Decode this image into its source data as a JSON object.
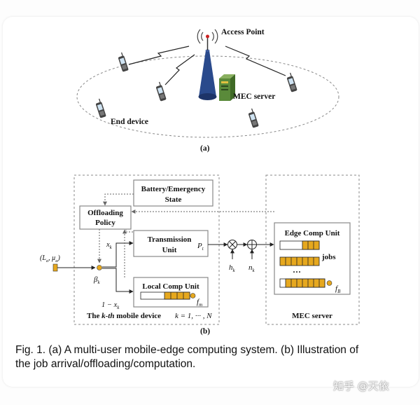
{
  "panel_a": {
    "access_point": "Access Point",
    "mec_server": "MEC server",
    "end_device": "End device",
    "label": "(a)"
  },
  "panel_b": {
    "battery_line1": "Battery/Emergency",
    "battery_line2": "State",
    "policy_line1": "Offloading",
    "policy_line2": "Policy",
    "tx_line1": "Transmission",
    "tx_line2": "Unit",
    "tx_power": "P",
    "tx_power_sub": "t",
    "local_unit": "Local Comp Unit",
    "f_m": "f",
    "f_m_sub": "m",
    "x_k": "x",
    "x_k_sub": "k",
    "one_minus": "1 −",
    "beta": "β",
    "beta_sub": "k",
    "arrival_open": "(L",
    "arrival_sub1": "a",
    "arrival_mu": ", μ",
    "arrival_sub2": "a",
    "arrival_close": ")",
    "h_k": "h",
    "h_k_sub": "k",
    "n_k": "n",
    "n_k_sub": "k",
    "edge_unit": "Edge Comp Unit",
    "jobs": "jobs",
    "dots": "···",
    "f_B": "f",
    "f_B_sub": "B",
    "device_prefix": "The ",
    "device_k": "k",
    "device_th": "-th",
    "device_suffix": " mobile device",
    "k_range": "k = 1, ··· , N",
    "server_label": "MEC server",
    "label": "(b)"
  },
  "caption": {
    "line1": "Fig. 1. (a) A multi-user mobile-edge computing system. (b) Illustration of",
    "line2": "the job arrival/offloading/computation."
  },
  "watermark": "知乎 @天依",
  "colors": {
    "queue_fill": "#e6a81e",
    "tower": "#2a4a8c",
    "server": "#5a8a3a"
  }
}
